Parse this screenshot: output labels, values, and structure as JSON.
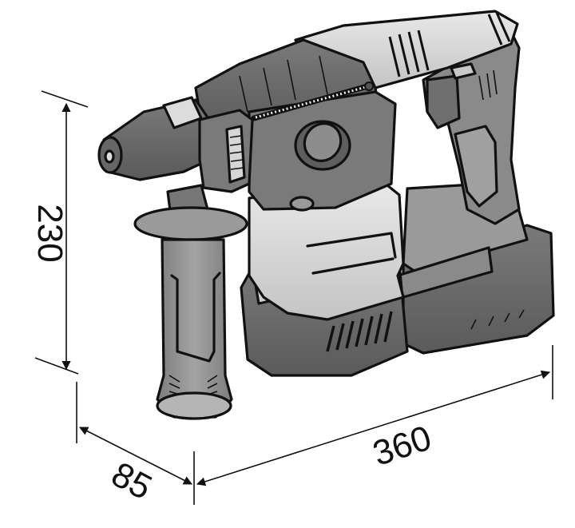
{
  "figure": {
    "subject": "Cordless rotary hammer drill — dimensional drawing",
    "units": "mm"
  },
  "dimensions": {
    "height": {
      "label": "230",
      "value": 230
    },
    "width": {
      "label": "85",
      "value": 85
    },
    "length": {
      "label": "360",
      "value": 360
    }
  },
  "colors": {
    "outline": "#111111",
    "dark_gray": "#6a6a6a",
    "mid_gray": "#8c8c8c",
    "light_gray": "#bdbdbd",
    "highlight": "#e4e4e4",
    "background": "#ffffff"
  }
}
